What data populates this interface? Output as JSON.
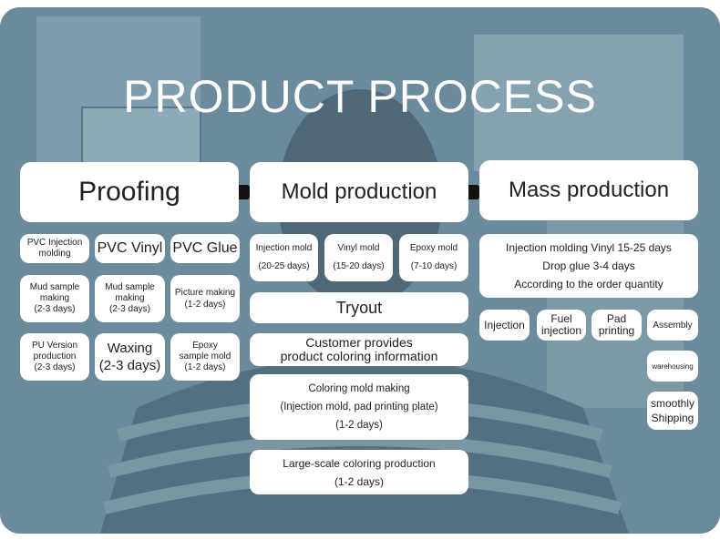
{
  "title": "PRODUCT PROCESS",
  "proofing": {
    "header": "Proofing",
    "items": {
      "pvc_injection": "PVC Injection\nmolding",
      "pvc_vinyl": "PVC Vinyl",
      "pvc_glue": "PVC Glue",
      "mud_sample_1": "Mud sample\nmaking\n(2-3 days)",
      "mud_sample_2": "Mud sample\nmaking\n(2-3 days)",
      "picture_making": "Picture making\n(1-2 days)",
      "pu_version": "PU Version\nproduction\n(2-3 days)",
      "waxing": "Waxing\n(2-3 days)",
      "epoxy_sample": "Epoxy\nsample mold\n(1-2 days)"
    }
  },
  "mold": {
    "header": "Mold production",
    "injection_mold": "Injection mold\n(20-25 days)",
    "vinyl_mold": "Vinyl mold\n(15-20 days)",
    "epoxy_mold": "Epoxy mold\n(7-10 days)",
    "tryout": "Tryout",
    "customer": "Customer provides\nproduct coloring information",
    "coloring_mold": "Coloring mold making\n(Injection mold, pad printing plate)\n(1-2 days)",
    "large_scale": "Large-scale coloring production\n(1-2 days)"
  },
  "mass": {
    "header": "Mass production",
    "info": "Injection molding Vinyl 15-25 days\nDrop glue 3-4 days\nAccording to the order quantity",
    "injection": "Injection",
    "fuel_injection": "Fuel\ninjection",
    "pad_printing": "Pad\nprinting",
    "assembly": "Assembly",
    "warehousing": "warehousing",
    "shipping": "smoothly\nShipping"
  }
}
